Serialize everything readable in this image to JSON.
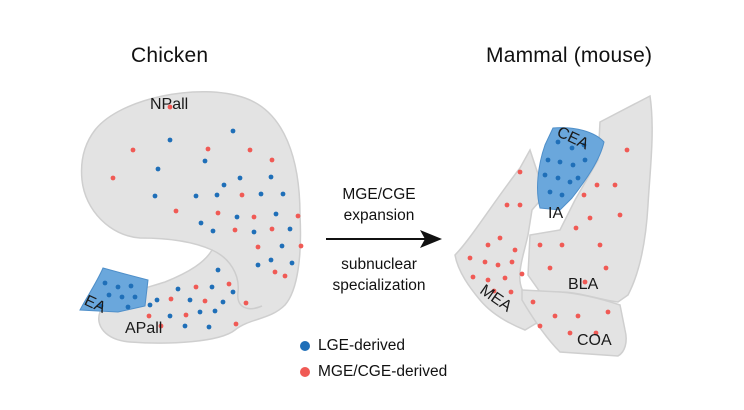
{
  "titles": {
    "left": "Chicken",
    "right": "Mammal (mouse)"
  },
  "arrow": {
    "top_text": "MGE/CGE\nexpansion",
    "top_line1": "MGE/CGE",
    "top_line2": "expansion",
    "bottom_line1": "subnuclear",
    "bottom_line2": "specialization"
  },
  "regions_left": {
    "npall": "NPall",
    "apall": "APall",
    "ea": "EA"
  },
  "regions_right": {
    "cea": "CEA",
    "ia": "IA",
    "mea": "MEA",
    "bla": "BLA",
    "coa": "COA"
  },
  "legend": [
    {
      "label": "LGE-derived",
      "color": "#1f6fb8"
    },
    {
      "label": "MGE/CGE-derived",
      "color": "#f05a55"
    }
  ],
  "colors": {
    "tissue": "#e3e3e3",
    "tissue_edge": "#c8c8c8",
    "lge_region": "#6aa7dc",
    "lge_dot": "#1f6fb8",
    "mge_dot": "#f05a55"
  }
}
